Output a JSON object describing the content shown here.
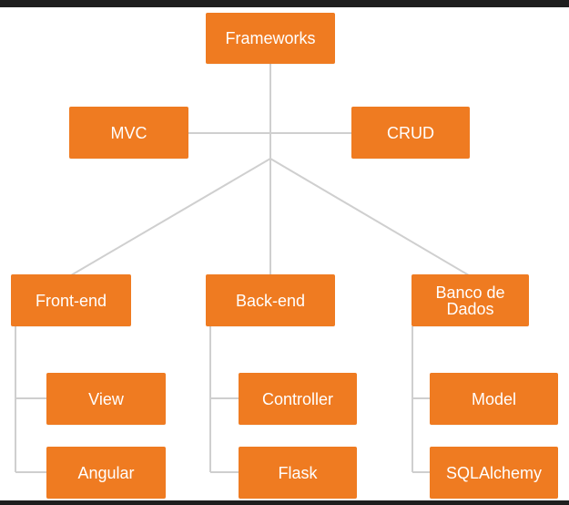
{
  "diagram": {
    "nodes": {
      "frameworks": "Frameworks",
      "mvc": "MVC",
      "crud": "CRUD",
      "frontend": "Front-end",
      "backend": "Back-end",
      "database": "Banco de\nDados",
      "view": "View",
      "angular": "Angular",
      "controller": "Controller",
      "flask": "Flask",
      "model": "Model",
      "sqlalchemy": "SQLAlchemy"
    },
    "colors": {
      "node_fill": "#ef7b21",
      "node_text": "#ffffff",
      "connector": "#cfcfcf",
      "background": "#ffffff",
      "frame": "#1e1e1e"
    }
  }
}
